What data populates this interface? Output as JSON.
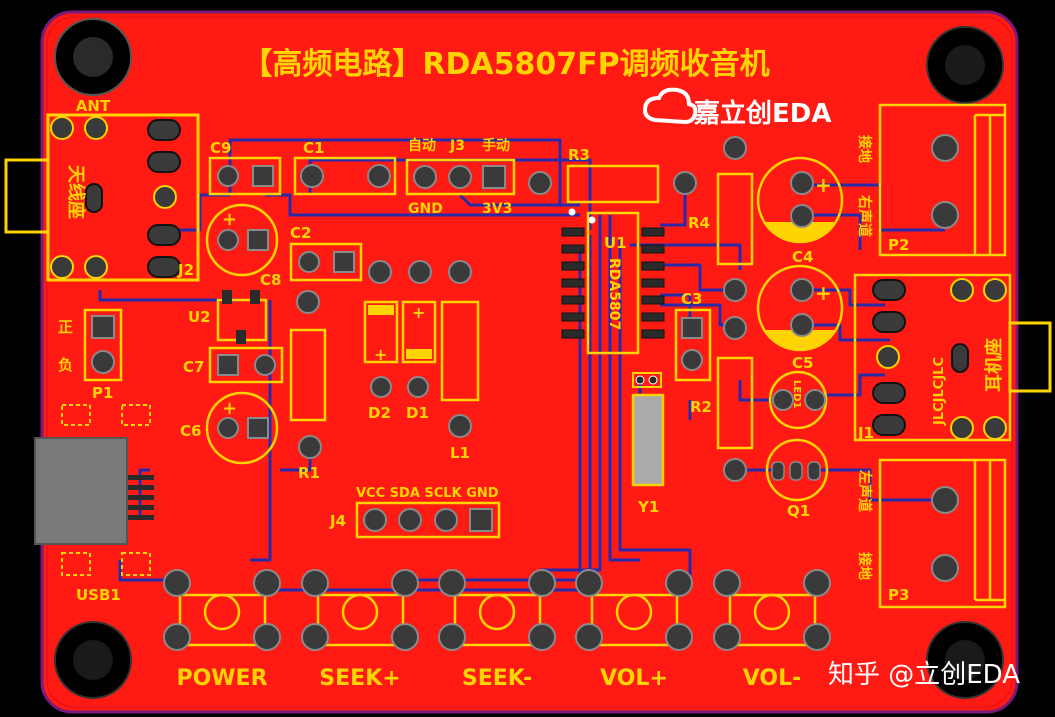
{
  "board": {
    "title": "【高频电路】RDA5807FP调频收音机",
    "logo_text": "嘉立创EDA",
    "watermark": "知乎 @立创EDA",
    "colors": {
      "background": "#000000",
      "copper": "#ff1a14",
      "copper_edge": "#7a1a7a",
      "silkscreen": "#ffd400",
      "trace": "#2a2aa8",
      "pad": "#3a3a3a",
      "pad_ring": "#8a8a8a"
    }
  },
  "labels": {
    "ant": "ANT",
    "antenna_seat": "天线座",
    "j2": "J2",
    "c9": "C9",
    "c1": "C1",
    "auto": "自动",
    "j3": "J3",
    "manual": "手动",
    "gnd": "GND",
    "v33": "3V3",
    "r3": "R3",
    "u1": "U1",
    "rda5807": "RDA5807",
    "c2": "C2",
    "c8": "C8",
    "u2": "U2",
    "pos": "正",
    "neg": "负",
    "p1": "P1",
    "c7": "C7",
    "c6": "C6",
    "r1": "R1",
    "d2": "D2",
    "d1": "D1",
    "l1": "L1",
    "r4": "R4",
    "c4": "C4",
    "c3": "C3",
    "c5": "C5",
    "r2": "R2",
    "led1": "LED1",
    "q1": "Q1",
    "y1": "Y1",
    "jlc": "JLCJLCJLC",
    "j1": "J1",
    "earphone": "耳机座",
    "p2_gnd": "接地",
    "p2_right": "右声道",
    "p2": "P2",
    "p3_left": "左声道",
    "p3_gnd": "接地",
    "p3": "P3",
    "j4": "J4",
    "j4_pins": "VCC SDA SCLK GND",
    "usb1": "USB1"
  },
  "buttons": {
    "power": "POWER",
    "seek_up": "SEEK+",
    "seek_down": "SEEK-",
    "vol_up": "VOL+",
    "vol_down": "VOL-"
  }
}
